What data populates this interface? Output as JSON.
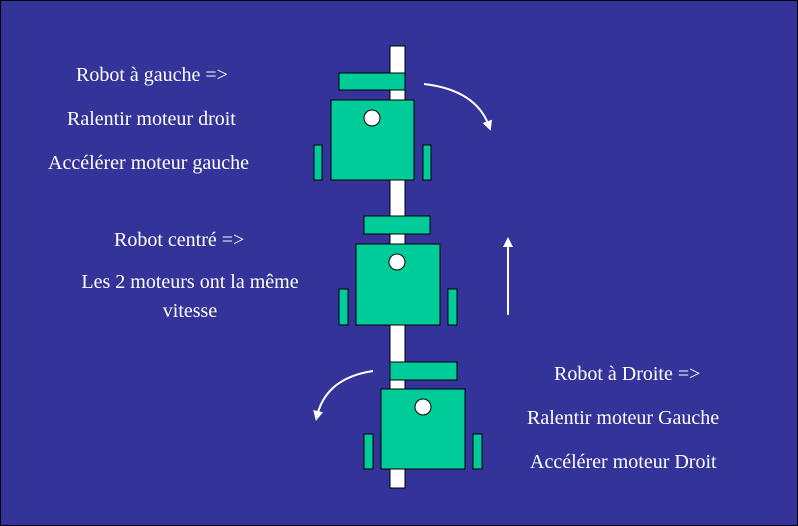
{
  "colors": {
    "background": "#333399",
    "robot_body": "#00cc99",
    "track": "#ffffff",
    "text": "#ffffff",
    "outline": "#000000"
  },
  "icons": [
    "curved-arrow-right-icon",
    "straight-arrow-up-icon",
    "curved-arrow-left-icon"
  ],
  "left_case": {
    "line1": "Robot à gauche =>",
    "line2": "Ralentir moteur droit",
    "line3": "Accélérer moteur gauche"
  },
  "center_case": {
    "line1": "Robot centré =>",
    "line2": "Les 2 moteurs ont la même",
    "line3": "vitesse"
  },
  "right_case": {
    "line1": "Robot à Droite =>",
    "line2": "Ralentir moteur Gauche",
    "line3": "Accélérer moteur Droit"
  }
}
